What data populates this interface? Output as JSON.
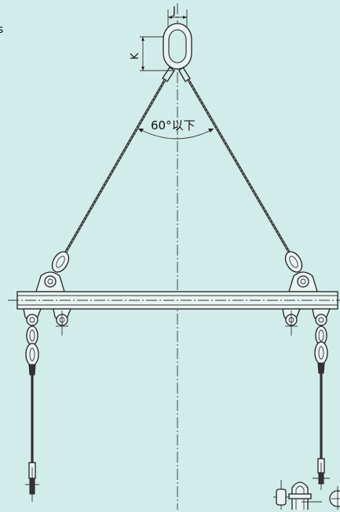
{
  "labels": {
    "dim_j": "J",
    "dim_k": "K",
    "angle": "60°以下",
    "corner": "s"
  },
  "colors": {
    "background": "#d2ece9",
    "line": "#222222"
  }
}
